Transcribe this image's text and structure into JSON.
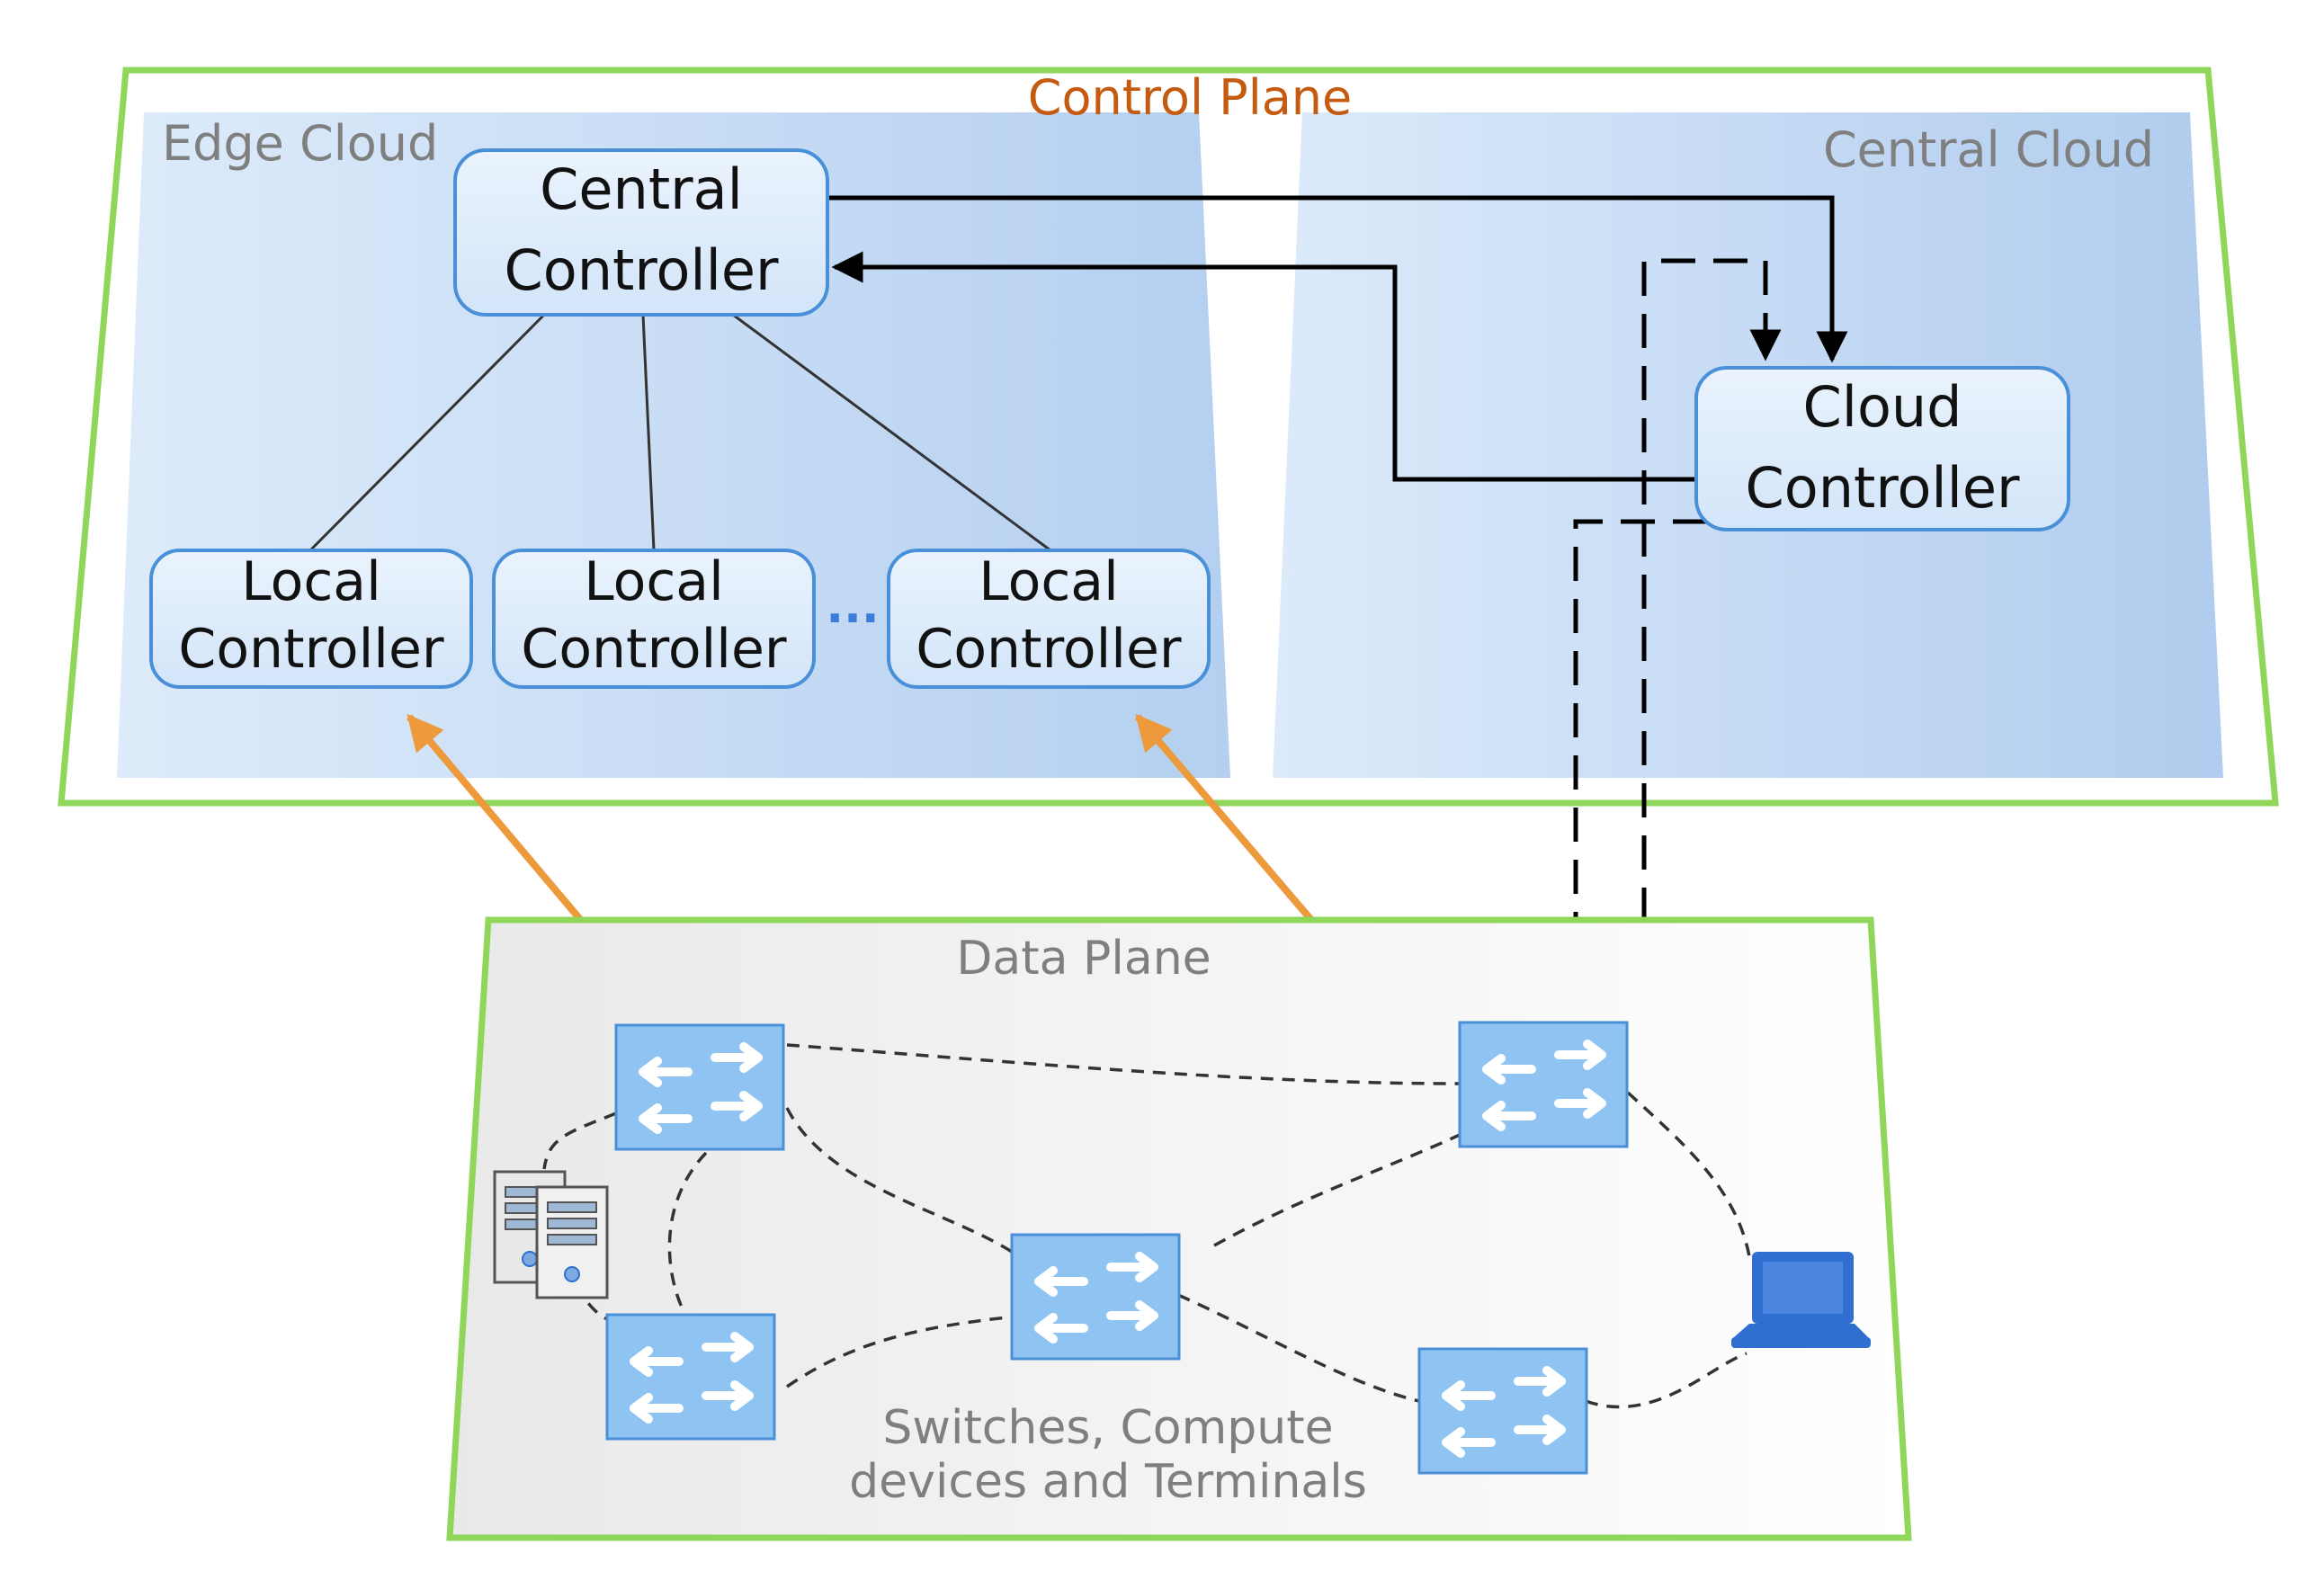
{
  "control_plane": {
    "title": "Control Plane",
    "edge_cloud": {
      "label": "Edge Cloud",
      "central_controller": [
        "Central",
        "Controller"
      ],
      "local_controllers": [
        [
          "Local",
          "Controller"
        ],
        [
          "Local",
          "Controller"
        ],
        [
          "Local",
          "Controller"
        ]
      ],
      "ellipsis": "..."
    },
    "central_cloud": {
      "label": "Central Cloud",
      "cloud_controller": [
        "Cloud",
        "Controller"
      ]
    }
  },
  "data_plane": {
    "title": "Data Plane",
    "caption": [
      "Switches, Compute",
      "devices and Terminals"
    ]
  },
  "colors": {
    "frame_green": "#8FD65A",
    "title_orange": "#C55A11",
    "label_gray": "#7F7F7F",
    "arrow_orange": "#ED9A3C",
    "node_border": "#4A90D9",
    "switch_fill": "#8EC3F2",
    "laptop_blue": "#2E6FCF"
  },
  "icons": {
    "switch": "network-switch-icon",
    "server": "server-stack-icon",
    "laptop": "laptop-icon"
  }
}
